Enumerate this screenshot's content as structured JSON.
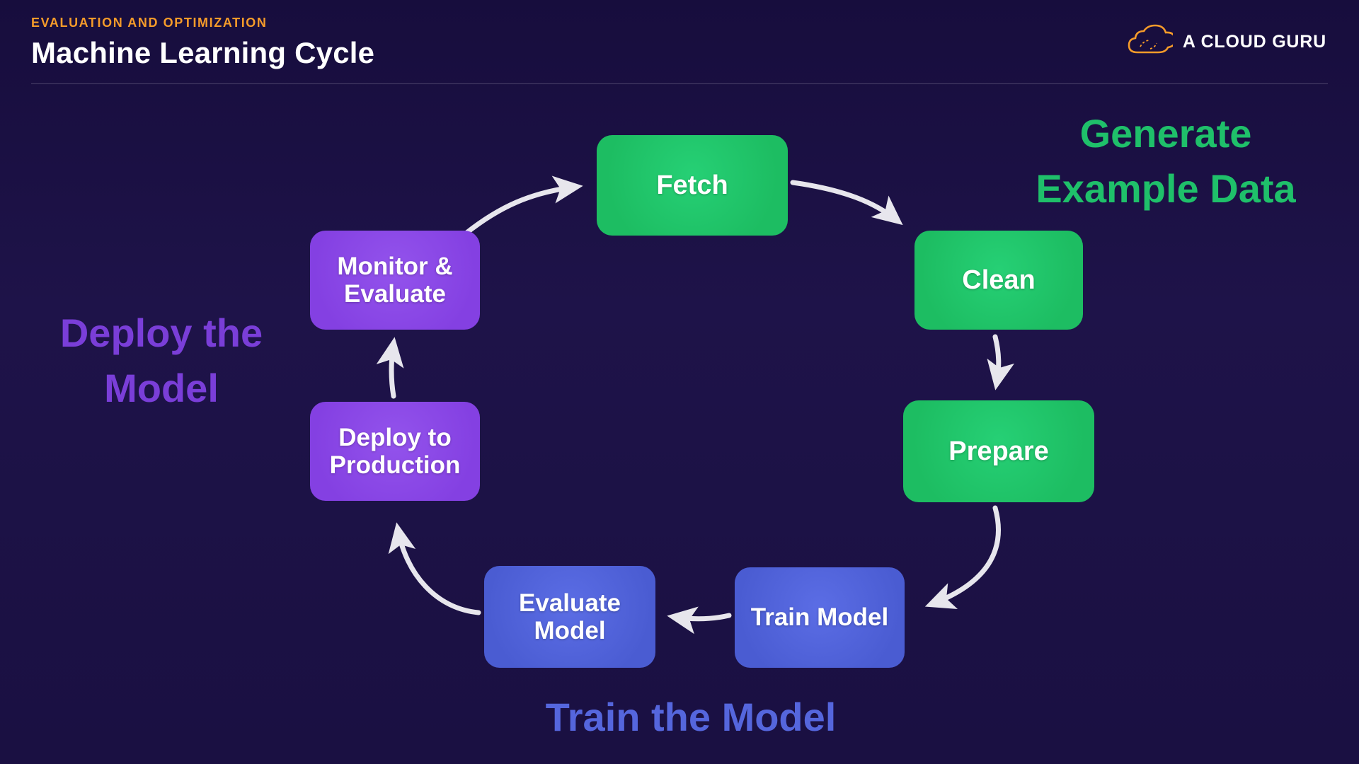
{
  "header": {
    "kicker": "EVALUATION AND OPTIMIZATION",
    "title": "Machine Learning Cycle",
    "brand": "A CLOUD GURU"
  },
  "section_labels": {
    "generate_example_data": "Generate Example Data",
    "deploy_the_model": "Deploy the Model",
    "train_the_model": "Train the Model"
  },
  "nodes": [
    {
      "id": "fetch",
      "label": "Fetch",
      "color_group": "green"
    },
    {
      "id": "clean",
      "label": "Clean",
      "color_group": "green"
    },
    {
      "id": "prepare",
      "label": "Prepare",
      "color_group": "green"
    },
    {
      "id": "train-model",
      "label": "Train Model",
      "color_group": "blue"
    },
    {
      "id": "evaluate-model",
      "label": "Evaluate Model",
      "color_group": "blue"
    },
    {
      "id": "deploy-to-production",
      "label": "Deploy to Production",
      "color_group": "purple"
    },
    {
      "id": "monitor-and-evaluate",
      "label": "Monitor & Evaluate",
      "color_group": "purple"
    }
  ],
  "colors": {
    "accent_orange": "#F59B2A",
    "stage_green": "#1DBD62",
    "stage_blue": "#4A5CD2",
    "stage_purple": "#8440E2",
    "label_green": "#1FC06A",
    "label_purple": "#7A3ED8",
    "label_blue": "#5566DD",
    "arrow_white": "#F2F2F6",
    "background": "#1A1042"
  }
}
